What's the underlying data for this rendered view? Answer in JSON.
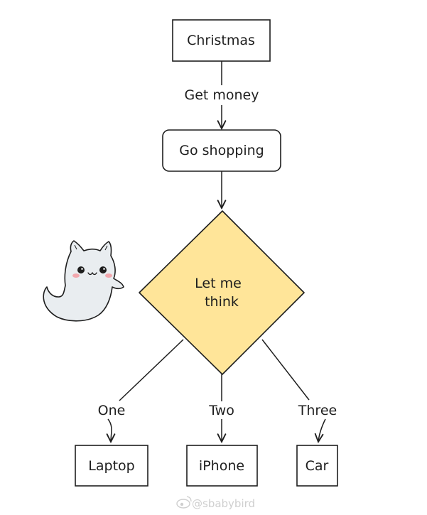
{
  "nodes": {
    "christmas": "Christmas",
    "go_shopping": "Go shopping",
    "decision_line1": "Let me",
    "decision_line2": "think",
    "laptop": "Laptop",
    "iphone": "iPhone",
    "car": "Car"
  },
  "edges": {
    "get_money": "Get money",
    "one": "One",
    "two": "Two",
    "three": "Three"
  },
  "colors": {
    "stroke": "#1e1e1e",
    "decision_fill": "#ffe599",
    "ghost_fill": "#e9edf0",
    "blush": "#f2a7ad"
  },
  "icons": {
    "mascot": "ghost-cat-icon",
    "watermark": "weibo-icon"
  },
  "watermark": "@sbabybird"
}
